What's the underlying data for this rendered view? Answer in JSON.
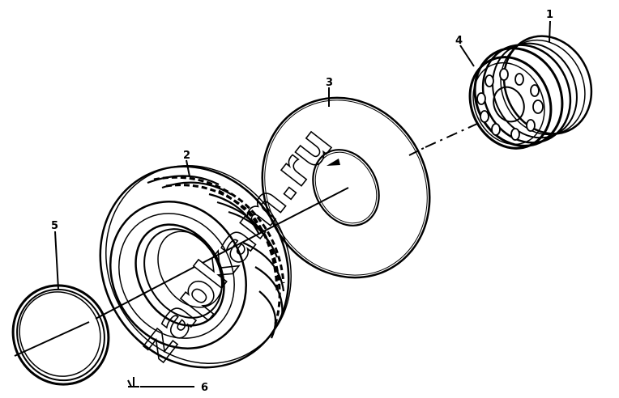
{
  "diagram": {
    "watermark": "zapkam.ru",
    "callouts": [
      {
        "id": "1",
        "part": "wheel-disc"
      },
      {
        "id": "2",
        "part": "tire"
      },
      {
        "id": "3",
        "part": "rim-flap"
      },
      {
        "id": "4",
        "part": "hub-nuts"
      },
      {
        "id": "5",
        "part": "lock-ring"
      },
      {
        "id": "6",
        "part": "valve"
      }
    ]
  }
}
